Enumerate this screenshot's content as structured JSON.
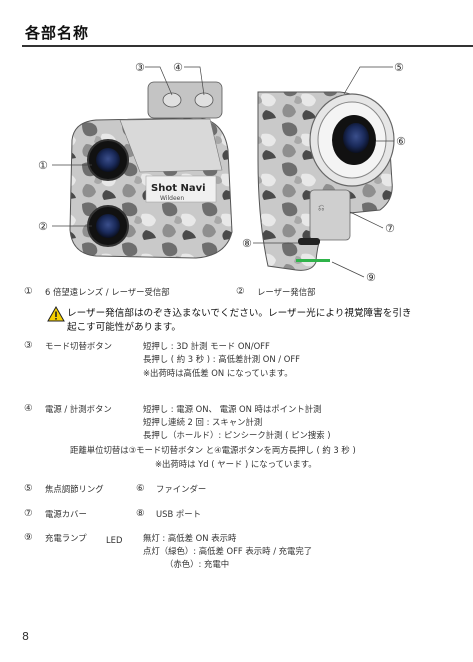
{
  "header": {
    "title": "各部名称"
  },
  "figure": {
    "callouts": [
      "③",
      "④",
      "⑤",
      "①",
      "⑥",
      "②",
      "⑦",
      "⑧",
      "⑨"
    ],
    "brand_line1": "Shot Navi",
    "brand_line2": "Wildeen"
  },
  "parts": {
    "p1": {
      "num": "①",
      "label": "6 倍望遠レンズ / レーザー受信部"
    },
    "p2": {
      "num": "②",
      "label": "レーザー発信部"
    },
    "warning": {
      "line1": "レーザー発信部はのぞき込まないでください。レーザー光により視覚障害を引き",
      "line2": "起こす可能性があります。"
    },
    "p3": {
      "num": "③",
      "label": "モード切替ボタン",
      "d1": "短押し : 3D 計測 モード ON/OFF",
      "d2": "長押し ( 約 3 秒 ) : 高低差計測 ON / OFF",
      "d3": "※出荷時は高低差 ON になっています。"
    },
    "p4": {
      "num": "④",
      "label": "電源 / 計測ボタン",
      "d1": "短押し : 電源 ON、 電源 ON 時はポイント計測",
      "d2": "短押し連続 2 回 : スキャン計測",
      "d3": "長押し（ホールド）: ピンシーク計測 ( ピン捜索 )",
      "d4": "距離単位切替は③モード切替ボタン と④電源ボタンを両方長押し ( 約 3 秒 )",
      "d5": "※出荷時は Yd ( ヤード ) になっています。"
    },
    "p5": {
      "num": "⑤",
      "label": "焦点調節リング"
    },
    "p6": {
      "num": "⑥",
      "label": "ファインダー"
    },
    "p7": {
      "num": "⑦",
      "label": "電源カバー"
    },
    "p8": {
      "num": "⑧",
      "label": "USB ポート"
    },
    "p9": {
      "num": "⑨",
      "label": "充電ランプ",
      "led": "LED",
      "d1": "無灯 : 高低差 ON 表示時",
      "d2": "点灯（緑色）: 高低差 OFF 表示時 / 充電完了",
      "d3": "（赤色）: 充電中"
    }
  },
  "footer": {
    "page_number": "8"
  },
  "colors": {
    "warning_yellow": "#f6d000",
    "lamp_green": "#2fb34a",
    "lens_blue": "#1a2a5a"
  }
}
